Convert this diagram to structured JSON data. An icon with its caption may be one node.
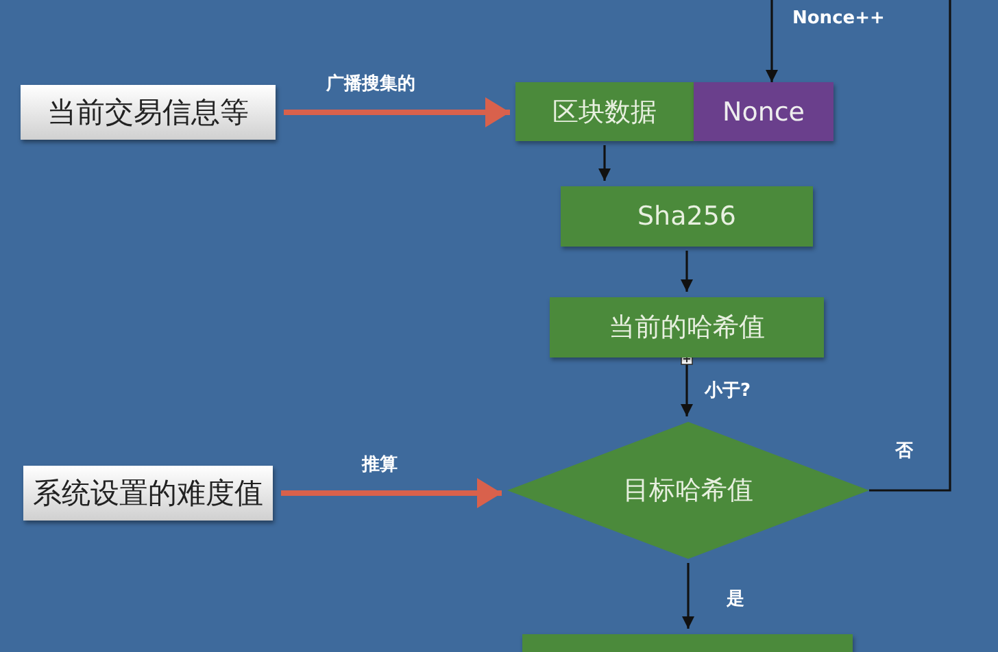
{
  "diagram": {
    "nodes": [
      {
        "text": [
          "当前交易信息等"
        ]
      },
      {
        "text": [
          "区块数据"
        ]
      },
      {
        "text": [
          "Nonce"
        ]
      },
      {
        "text": [
          "Sha256"
        ]
      },
      {
        "text": [
          "当前的哈希值"
        ]
      },
      {
        "text": [
          "系统设置的难度值"
        ]
      },
      {
        "text": [
          "目标哈希值"
        ]
      },
      {
        "text": [],
        "shape": "box"
      }
    ],
    "edges": [
      {
        "from": 0,
        "to": 1,
        "arrow": "to",
        "label": "广播搜集的",
        "style": "thick",
        "color": "#d9614c"
      },
      {
        "from": 1,
        "to": 3,
        "arrow": "to"
      },
      {
        "from": 3,
        "to": 4,
        "arrow": "to"
      },
      {
        "from": 4,
        "to": 6,
        "arrow": "to",
        "label": "小于?"
      },
      {
        "from": 5,
        "to": 6,
        "arrow": "to",
        "label": "推算",
        "style": "thick",
        "color": "#d9614c"
      },
      {
        "from": 6,
        "to": 7,
        "arrow": "to",
        "label": "是"
      },
      {
        "from": 6,
        "to": 2,
        "arrow": "to",
        "label": "否"
      }
    ],
    "labels": [
      "Nonce++"
    ]
  }
}
